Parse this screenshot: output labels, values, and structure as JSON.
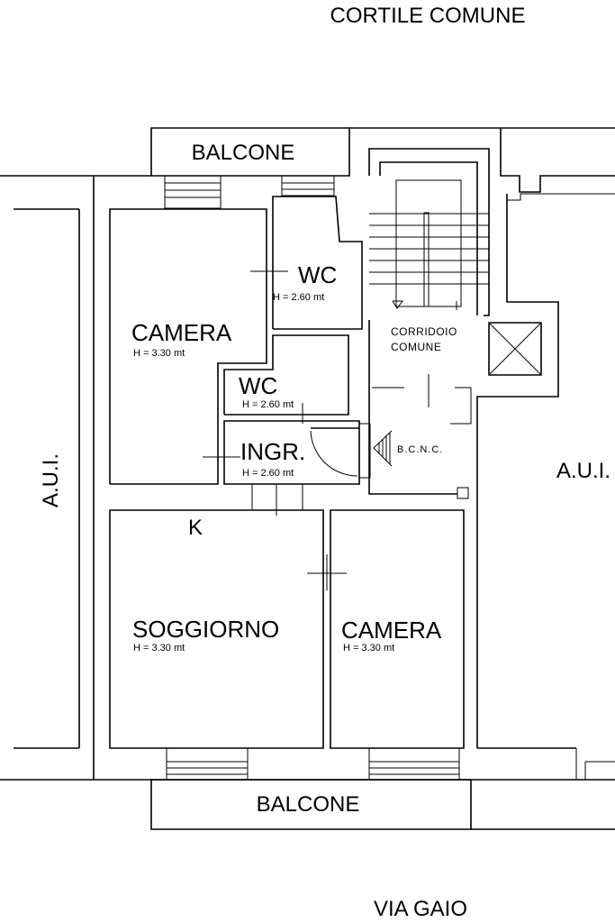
{
  "labels": {
    "cortile": "CORTILE COMUNE",
    "via": "VIA GAIO",
    "balcone_top": "BALCONE",
    "balcone_bottom": "BALCONE",
    "aui_left": "A.U.I.",
    "aui_right": "A.U.I.",
    "camera_top": "CAMERA",
    "camera_top_h": "H = 3.30 mt",
    "wc_top": "WC",
    "wc_top_h": "H = 2.60 mt",
    "wc_mid": "WC",
    "wc_mid_h": "H = 2.60 mt",
    "ingr": "INGR.",
    "ingr_h": "H = 2.60 mt",
    "kitchen": "K",
    "soggiorno": "SOGGIORNO",
    "soggiorno_h": "H = 3.30 mt",
    "camera_bottom": "CAMERA",
    "camera_bottom_h": "H = 3.30 mt",
    "corridoio_1": "CORRIDOIO",
    "corridoio_2": "COMUNE",
    "bcnc": "B.C.N.C."
  }
}
